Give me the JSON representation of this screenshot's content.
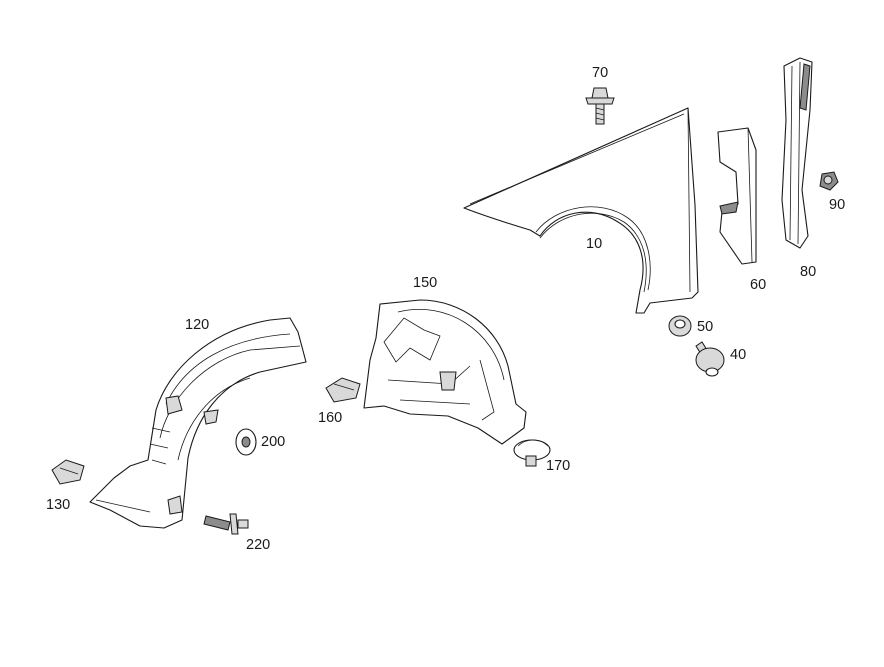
{
  "parts": [
    {
      "id": "p10",
      "label": "10"
    },
    {
      "id": "p40",
      "label": "40"
    },
    {
      "id": "p50",
      "label": "50"
    },
    {
      "id": "p60",
      "label": "60"
    },
    {
      "id": "p70",
      "label": "70"
    },
    {
      "id": "p80",
      "label": "80"
    },
    {
      "id": "p90",
      "label": "90"
    },
    {
      "id": "p120",
      "label": "120"
    },
    {
      "id": "p130",
      "label": "130"
    },
    {
      "id": "p150",
      "label": "150"
    },
    {
      "id": "p160",
      "label": "160"
    },
    {
      "id": "p170",
      "label": "170"
    },
    {
      "id": "p200",
      "label": "200"
    },
    {
      "id": "p220",
      "label": "220"
    }
  ]
}
